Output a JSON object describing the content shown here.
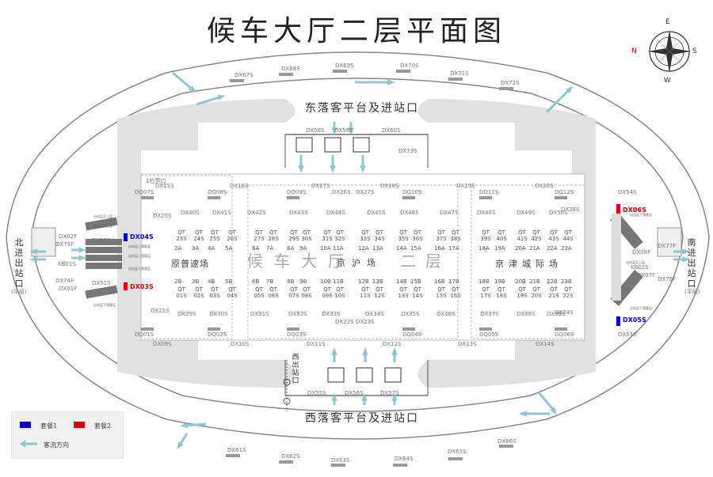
{
  "title": "候车大厅二层平面图",
  "compass": {
    "n": "N",
    "e": "E",
    "s": "S",
    "w": "W"
  },
  "platforms": {
    "east": "东落客平台及进站口",
    "west": "西落客平台及进站口"
  },
  "entrances": {
    "north": "北进出站口",
    "north_sub": "(平层)",
    "south": "南进出站口",
    "south_sub": "(平层)",
    "west_exit": "西出站口"
  },
  "hall": {
    "a": "候车大厅",
    "b": "京沪场",
    "c": "二层",
    "zone_left": "原普速场",
    "zone_right": "京津城际场"
  },
  "legend": {
    "set1": "套餐1",
    "set2": "套餐2",
    "flow": "客流方向",
    "set1_color": "#0000cc",
    "set2_color": "#dd0000",
    "flow_color": "#8ec6d6"
  },
  "highlighted": {
    "dx04s": "DX04S",
    "dx03s": "DX03S",
    "dx06s": "DX06S",
    "dx05s": "DX05S"
  },
  "labels": {
    "dx61s": "DX61S",
    "dx62s": "DX62S",
    "dx63s": "DX63S",
    "dx64s": "DX64S",
    "dx65s": "DX65S",
    "dx66s": "DX66S",
    "dx67s": "DX67S",
    "dx68s": "DX68S",
    "dx69s": "DX69S",
    "dx70s": "DX70S",
    "dx71s": "DX71S",
    "dx72s": "DX72S",
    "dx58s": "DX58S",
    "dx59s": "DX59S",
    "dx60s": "DX60S",
    "dx73s": "DX73S",
    "dx55s": "DX55S",
    "dx56s": "DX56S",
    "dx57s": "DX57S",
    "dx15s": "DX15S",
    "dx16s": "DX16S",
    "dx17s": "DX17S",
    "dx18s": "DX18S",
    "dx19s": "DX19S",
    "dx20s": "DX20S",
    "dx09s": "DX09S",
    "dx10s": "DX10S",
    "dx11s": "DX11S",
    "dx12s": "DX12S",
    "dx13s": "DX13S",
    "dx14s": "DX14S",
    "dq07s": "DQ07S",
    "dq08s": "DQ08S",
    "dq09s": "DQ09S",
    "dq10s": "DQ10S",
    "dq11s": "DQ11S",
    "dq12s": "DQ12S",
    "dq01s": "DQ01S",
    "dq02s": "DQ02S",
    "dq03s": "DQ03S",
    "dq04s": "DQ04S",
    "dq05s": "DQ05S",
    "dq06s": "DQ06S",
    "dx25s": "DX25S",
    "dx21s": "DX21S",
    "dx28s": "DX28S",
    "dx24s": "DX24S",
    "dx40s": "DX40S",
    "dx41s": "DX41S",
    "dx42s": "DX42S",
    "dx43s": "DX43S",
    "dx44s": "DX44S",
    "dx45s": "DX45S",
    "dx26s": "DX26S",
    "dx27s": "DX27S",
    "dx46s": "DX46S",
    "dx47s": "DX47S",
    "dx48s": "DX48S",
    "dx49s": "DX49S",
    "dx50s": "DX50S",
    "dx29s": "DX29S",
    "dx30s": "DX30S",
    "dx31s": "DX31S",
    "dx32s": "DX32S",
    "dx33s": "DX33S",
    "dx34s": "DX34S",
    "dx22s": "DX22S",
    "dx23s": "DX23S",
    "dx35s": "DX35S",
    "dx36s": "DX36S",
    "dx37s": "DX37S",
    "dx38s": "DX38S",
    "dx39s": "DX39S",
    "dx02f": "DX02F",
    "dx7sf": "DX7SF",
    "dx52s": "DX52S",
    "kb01s": "KB01S",
    "dx74f": "DX74F",
    "dx01f": "DX01F",
    "dx51s": "DX51S",
    "dx54s": "DX54S",
    "dx77f": "DX77F",
    "dx08f": "DX08F",
    "kb02s": "KB02S",
    "dx07f": "DX07F",
    "dx76f": "DX76F",
    "dx53s": "DX53S",
    "dq15": "1检票口"
  },
  "gates_top": [
    "QT 23S",
    "QT 24S",
    "QT 25S",
    "QT 26S",
    "QT 27S",
    "QT 28S",
    "QT 29S",
    "QT 30S",
    "QT 31S",
    "QT 32S",
    "QT 33S",
    "QT 34S",
    "QT 35S",
    "QT 36S",
    "QT 37S",
    "QT 38S",
    "QT 39S",
    "QT 40S",
    "QT 41S",
    "QT 42S",
    "QT 43S",
    "QT 44S"
  ],
  "gates_top_a": [
    "2A",
    "3A",
    "4A",
    "5A",
    "6A",
    "7A",
    "8A",
    "9A",
    "10A",
    "11A",
    "12A",
    "13A",
    "14A",
    "15A",
    "16A",
    "17A",
    "18A",
    "19A",
    "20A",
    "21A",
    "22A",
    "23A"
  ],
  "gates_bot": [
    "QT 01S",
    "QT 02S",
    "QT 03S",
    "QT 04S",
    "QT 05S",
    "QT 06S",
    "QT 07S",
    "QT 08S",
    "QT 09S",
    "QT 10S",
    "QT 11S",
    "QT 12S",
    "QT 13S",
    "QT 14S",
    "QT 15S",
    "QT 16S",
    "QT 17S",
    "QT 18S",
    "QT 19S",
    "QT 20S",
    "QT 21S",
    "QT 22S"
  ],
  "gates_bot_b": [
    "2B",
    "3B",
    "4B",
    "5B",
    "6B",
    "7B",
    "8B",
    "9B",
    "10B",
    "11B",
    "12B",
    "13B",
    "14B",
    "15B",
    "16B",
    "17B",
    "18B",
    "19B",
    "20B",
    "21B",
    "22B",
    "23B"
  ],
  "escalator_notes": {
    "n1": "出站层至上层",
    "n2": "出站层至上层",
    "n3": "出站层上落客层",
    "n4": "出站层上落客层",
    "n5": "出站层下落客层",
    "n6": "出站层下落客层",
    "s1": "出站层下落客层",
    "s2": "出站层至上层",
    "s3": "出站层下落客层"
  }
}
